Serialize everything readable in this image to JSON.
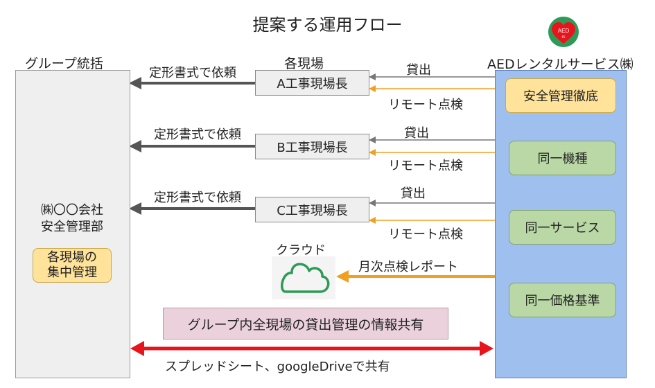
{
  "title": "提案する運用フロー",
  "group_header": "グループ統括",
  "sites_header": "各現場",
  "service_header": "AEDレンタルサービス㈱",
  "logo_text": "AED",
  "logo_subtext": "rs",
  "company": {
    "line1": "㈱〇〇会社",
    "line2": "安全管理部"
  },
  "central_box": {
    "line1": "各現場の",
    "line2": "集中管理"
  },
  "sites": [
    {
      "name": "A工事現場長",
      "request": "定形書式で依頼",
      "lend": "貸出",
      "inspect": "リモート点検"
    },
    {
      "name": "B工事現場長",
      "request": "定形書式で依頼",
      "lend": "貸出",
      "inspect": "リモート点検"
    },
    {
      "name": "C工事現場長",
      "request": "定形書式で依頼",
      "lend": "貸出",
      "inspect": "リモート点検"
    }
  ],
  "service_items": [
    "安全管理徹底",
    "同一機種",
    "同一サービス",
    "同一価格基準"
  ],
  "cloud_label": "クラウド",
  "monthly_report": "月次点検レポート",
  "share_box": "グループ内全現場の貸出管理の情報共有",
  "share_method": "スプレッドシート、googleDriveで共有",
  "colors": {
    "grey_arrow": "#555555",
    "thin_arrow": "#777777",
    "orange_arrow": "#f0a020",
    "red_arrow": "#e8141b",
    "panel_blue": "#9fbfee",
    "cloud_green": "#2e9a57",
    "logo_red": "#e8141b",
    "logo_green": "#2e9a57"
  }
}
